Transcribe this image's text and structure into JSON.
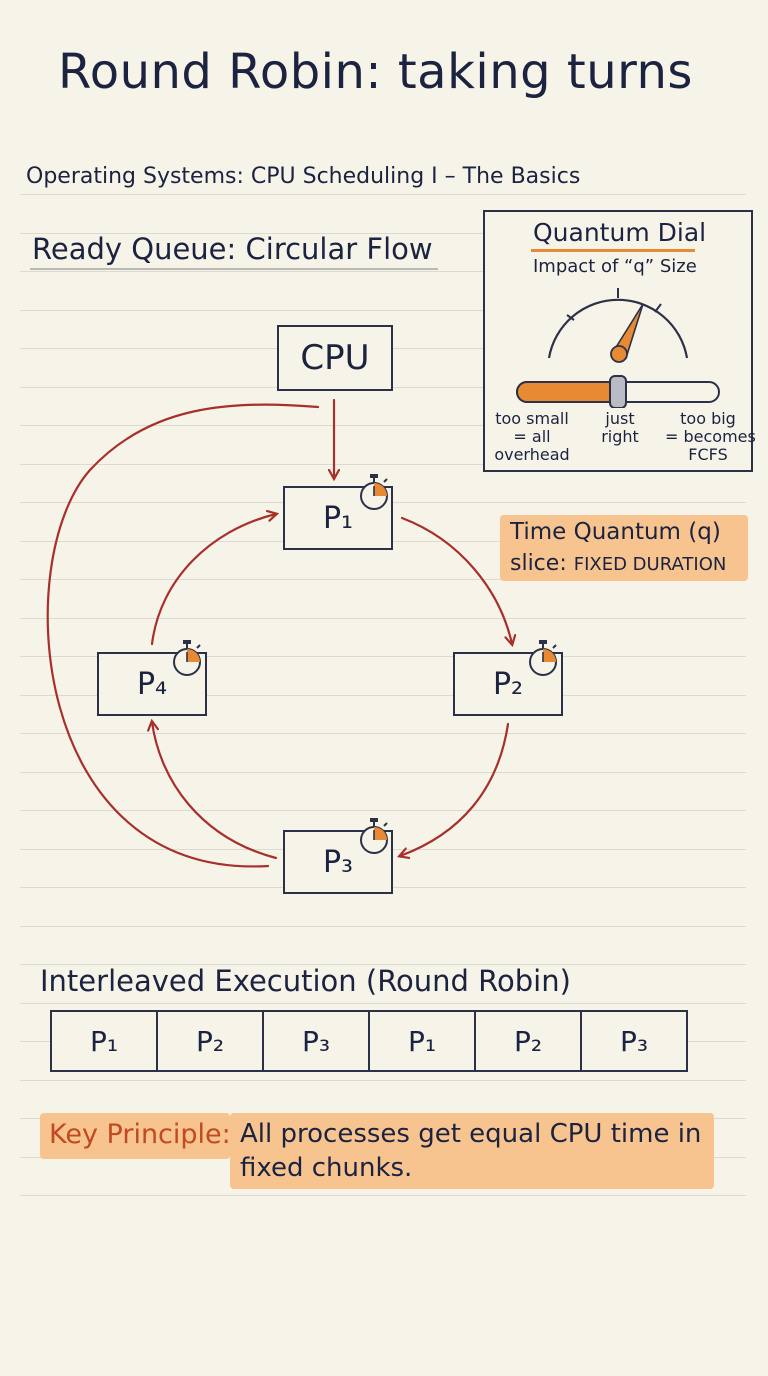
{
  "title": "Round Robin: taking turns",
  "subtitle": "Operating Systems: CPU Scheduling I – The Basics",
  "ready_queue": {
    "heading": "Ready Queue: Circular Flow",
    "cpu_label": "CPU",
    "processes": [
      {
        "id": "p1",
        "label": "P₁"
      },
      {
        "id": "p2",
        "label": "P₂"
      },
      {
        "id": "p3",
        "label": "P₃"
      },
      {
        "id": "p4",
        "label": "P₄"
      }
    ]
  },
  "quantum_dial": {
    "title": "Quantum Dial",
    "subtitle": "Impact of “q” Size",
    "slider_position": 0.5,
    "labels": {
      "small": "too small\n= all\noverhead",
      "right": "just\nright",
      "big": "too big\n= becomes\nFCFS"
    }
  },
  "time_quantum_note": {
    "line1": "Time Quantum (q)",
    "line2_prefix": "slice: ",
    "line2_emph": "FIXED DURATION"
  },
  "interleaved": {
    "heading": "Interleaved Execution (Round Robin)",
    "cells": [
      "P₁",
      "P₂",
      "P₃",
      "P₁",
      "P₂",
      "P₃"
    ]
  },
  "key_principle": {
    "label": "Key Principle:",
    "text": "All processes get equal CPU time in fixed chunks."
  },
  "colors": {
    "ink": "#1c2340",
    "arrow_red": "#a8302c",
    "accent_orange": "#e88a34",
    "highlight": "#f7c38f"
  }
}
